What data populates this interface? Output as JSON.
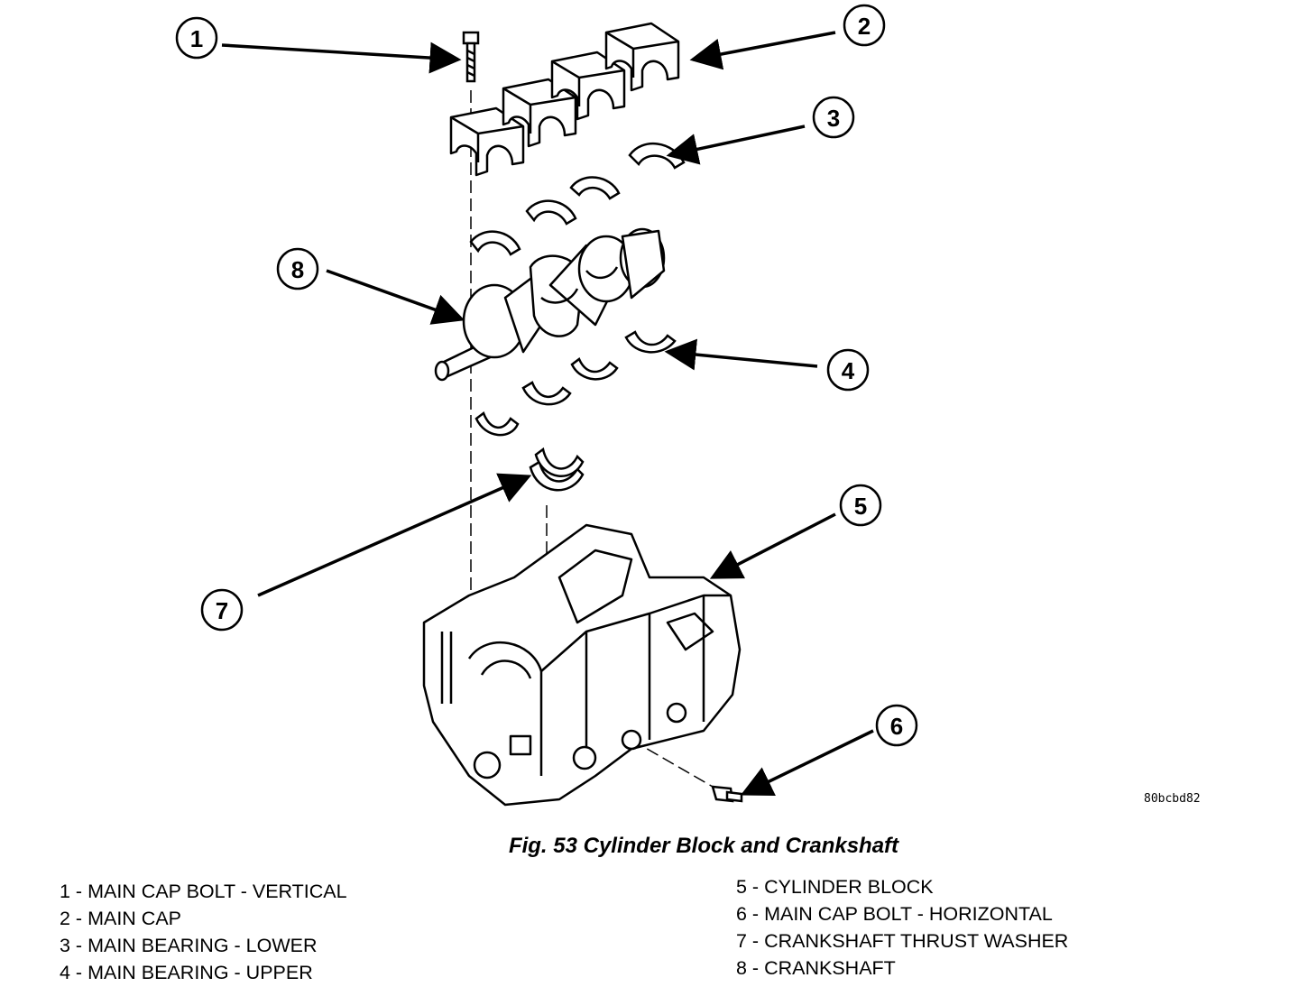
{
  "figure": {
    "caption": "Fig. 53 Cylinder Block and Crankshaft",
    "image_code": "80bcbd82"
  },
  "callouts": [
    "1",
    "2",
    "3",
    "4",
    "5",
    "6",
    "7",
    "8"
  ],
  "legend": {
    "left": [
      "1 - MAIN CAP BOLT - VERTICAL",
      "2 - MAIN CAP",
      "3 - MAIN BEARING - LOWER",
      "4 - MAIN BEARING - UPPER"
    ],
    "right": [
      "5 - CYLINDER BLOCK",
      "6 - MAIN CAP BOLT - HORIZONTAL",
      "7 - CRANKSHAFT THRUST WASHER",
      "8 - CRANKSHAFT"
    ]
  }
}
